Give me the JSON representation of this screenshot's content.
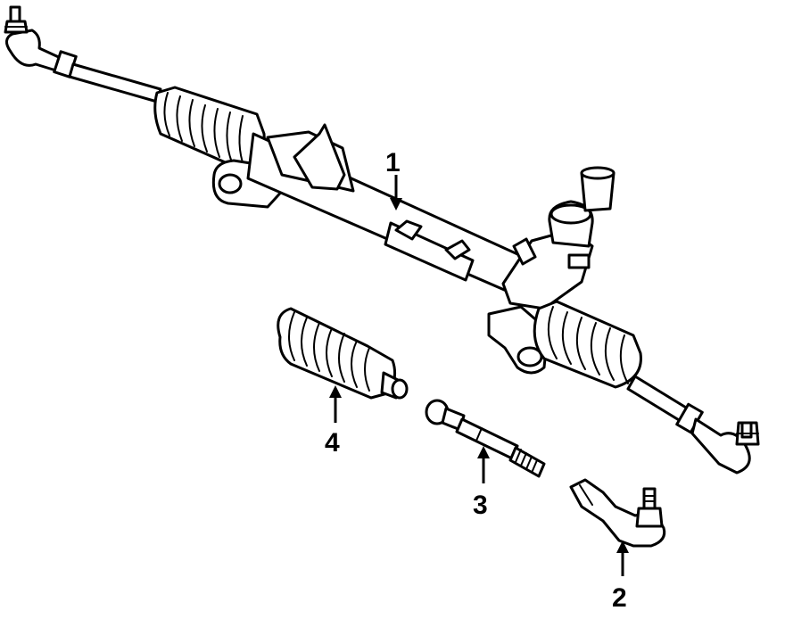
{
  "callouts": [
    {
      "id": "1",
      "part": "steering-gear-assembly"
    },
    {
      "id": "2",
      "part": "outer-tie-rod-end"
    },
    {
      "id": "3",
      "part": "inner-tie-rod"
    },
    {
      "id": "4",
      "part": "rack-boot"
    }
  ]
}
